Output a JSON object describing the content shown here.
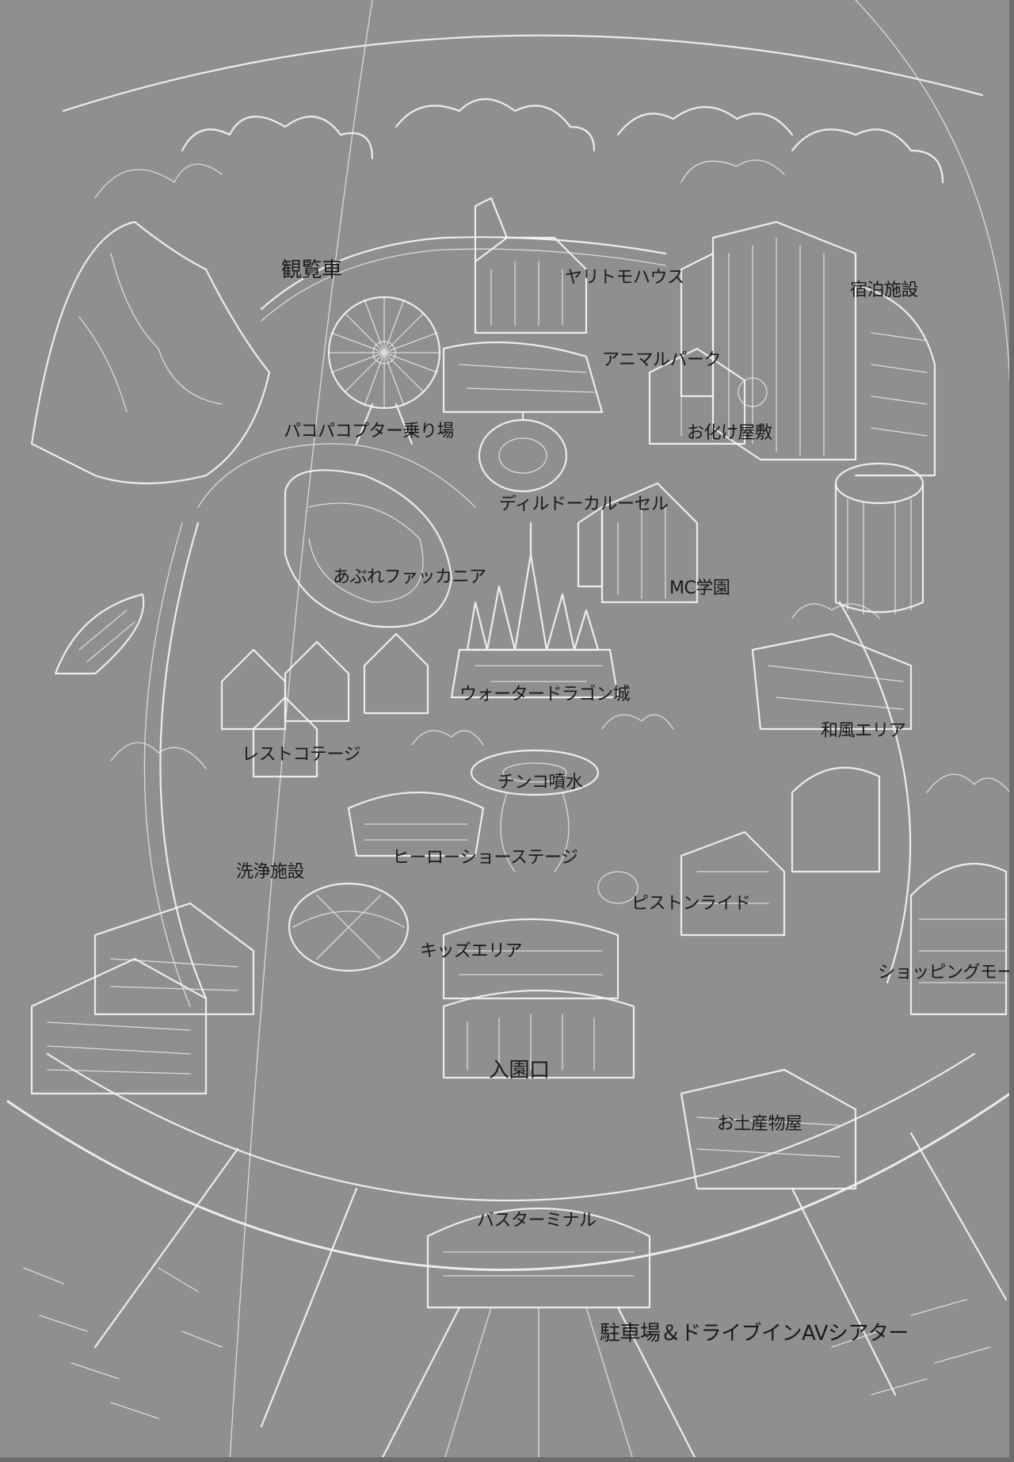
{
  "map": {
    "background_color": "#8f8f8f",
    "line_color": "#f4f4f4",
    "text_color": "#1a1a1a"
  },
  "labels": {
    "ferris_wheel": "観覧車",
    "yaritomo_house": "ヤリトモハウス",
    "lodging": "宿泊施設",
    "animal_park": "アニマルパーク",
    "pakopako_copter": "パコパコプター乗り場",
    "haunted_house": "お化け屋敷",
    "dildo_carousel": "ディルドーカルーセル",
    "aburare_fakkania": "あぶれファッカニア",
    "mc_academy": "MC学園",
    "water_dragon_castle": "ウォータードラゴン城",
    "japanese_garden": "和風エリア",
    "rest_cottage": "レストコテージ",
    "chinko_fountain": "チンコ噴水",
    "laundry_facility": "洗浄施設",
    "hero_show_stage": "ヒーローショーステージ",
    "piston_ride": "ピストンライド",
    "kids_area": "キッズエリア",
    "shopping_mall": "ショッピングモー",
    "entrance": "入園口",
    "souvenir_shop": "お土産物屋",
    "bus_terminal": "バスターミナル",
    "parking_drive_in": "駐車場＆ドライブインAVシアター"
  }
}
